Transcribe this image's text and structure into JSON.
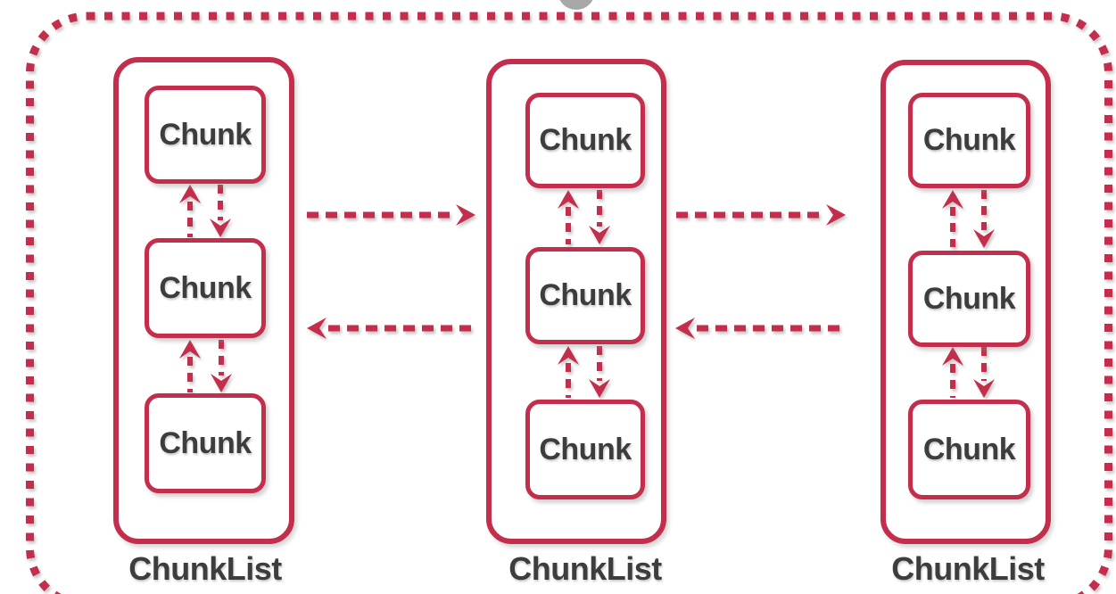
{
  "colors": {
    "background": "#ffffff",
    "accent_red": "#c22e4b",
    "text_dark": "#3d3d3d",
    "circle_gray": "#a8a8a8"
  },
  "diagram": {
    "chunklists": [
      {
        "label": "ChunkList",
        "chunks": [
          {
            "label": "Chunk"
          },
          {
            "label": "Chunk"
          },
          {
            "label": "Chunk"
          }
        ]
      },
      {
        "label": "ChunkList",
        "chunks": [
          {
            "label": "Chunk"
          },
          {
            "label": "Chunk"
          },
          {
            "label": "Chunk"
          }
        ]
      },
      {
        "label": "ChunkList",
        "chunks": [
          {
            "label": "Chunk"
          },
          {
            "label": "Chunk"
          },
          {
            "label": "Chunk"
          }
        ]
      }
    ],
    "icons": {
      "boundary": "dashed-rounded-border",
      "forward_link": "dashed-right-arrow",
      "backward_link": "dashed-left-arrow",
      "prev_link": "dashed-up-arrow",
      "next_link": "dashed-down-arrow",
      "top_notch": "gray-circle"
    }
  }
}
